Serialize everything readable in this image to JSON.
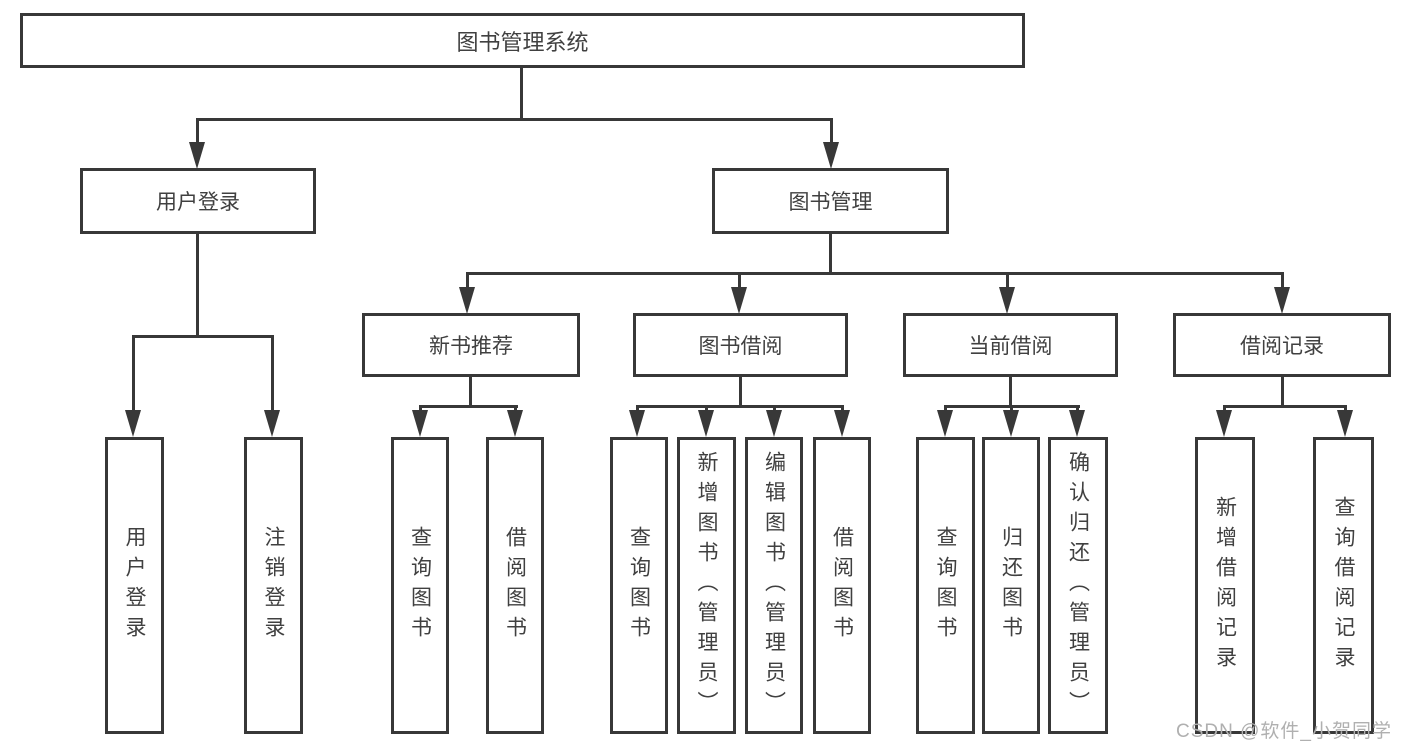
{
  "diagram": {
    "type": "tree",
    "root": {
      "label": "图书管理系统"
    },
    "children": [
      {
        "label": "用户登录",
        "children": [
          {
            "label": "用户登录"
          },
          {
            "label": "注销登录"
          }
        ]
      },
      {
        "label": "图书管理",
        "children": [
          {
            "label": "新书推荐",
            "children": [
              {
                "label": "查询图书"
              },
              {
                "label": "借阅图书"
              }
            ]
          },
          {
            "label": "图书借阅",
            "children": [
              {
                "label": "查询图书"
              },
              {
                "label": "新增图书（管理员）"
              },
              {
                "label": "编辑图书（管理员）"
              },
              {
                "label": "借阅图书"
              }
            ]
          },
          {
            "label": "当前借阅",
            "children": [
              {
                "label": "查询图书"
              },
              {
                "label": "归还图书"
              },
              {
                "label": "确认归还（管理员）"
              }
            ]
          },
          {
            "label": "借阅记录",
            "children": [
              {
                "label": "新增借阅记录"
              },
              {
                "label": "查询借阅记录"
              }
            ]
          }
        ]
      }
    ]
  },
  "watermark": "CSDN @软件_小贺同学",
  "colors": {
    "line": "#383838",
    "text": "#404040",
    "background": "#ffffff",
    "watermark": "#b0b0b0"
  }
}
